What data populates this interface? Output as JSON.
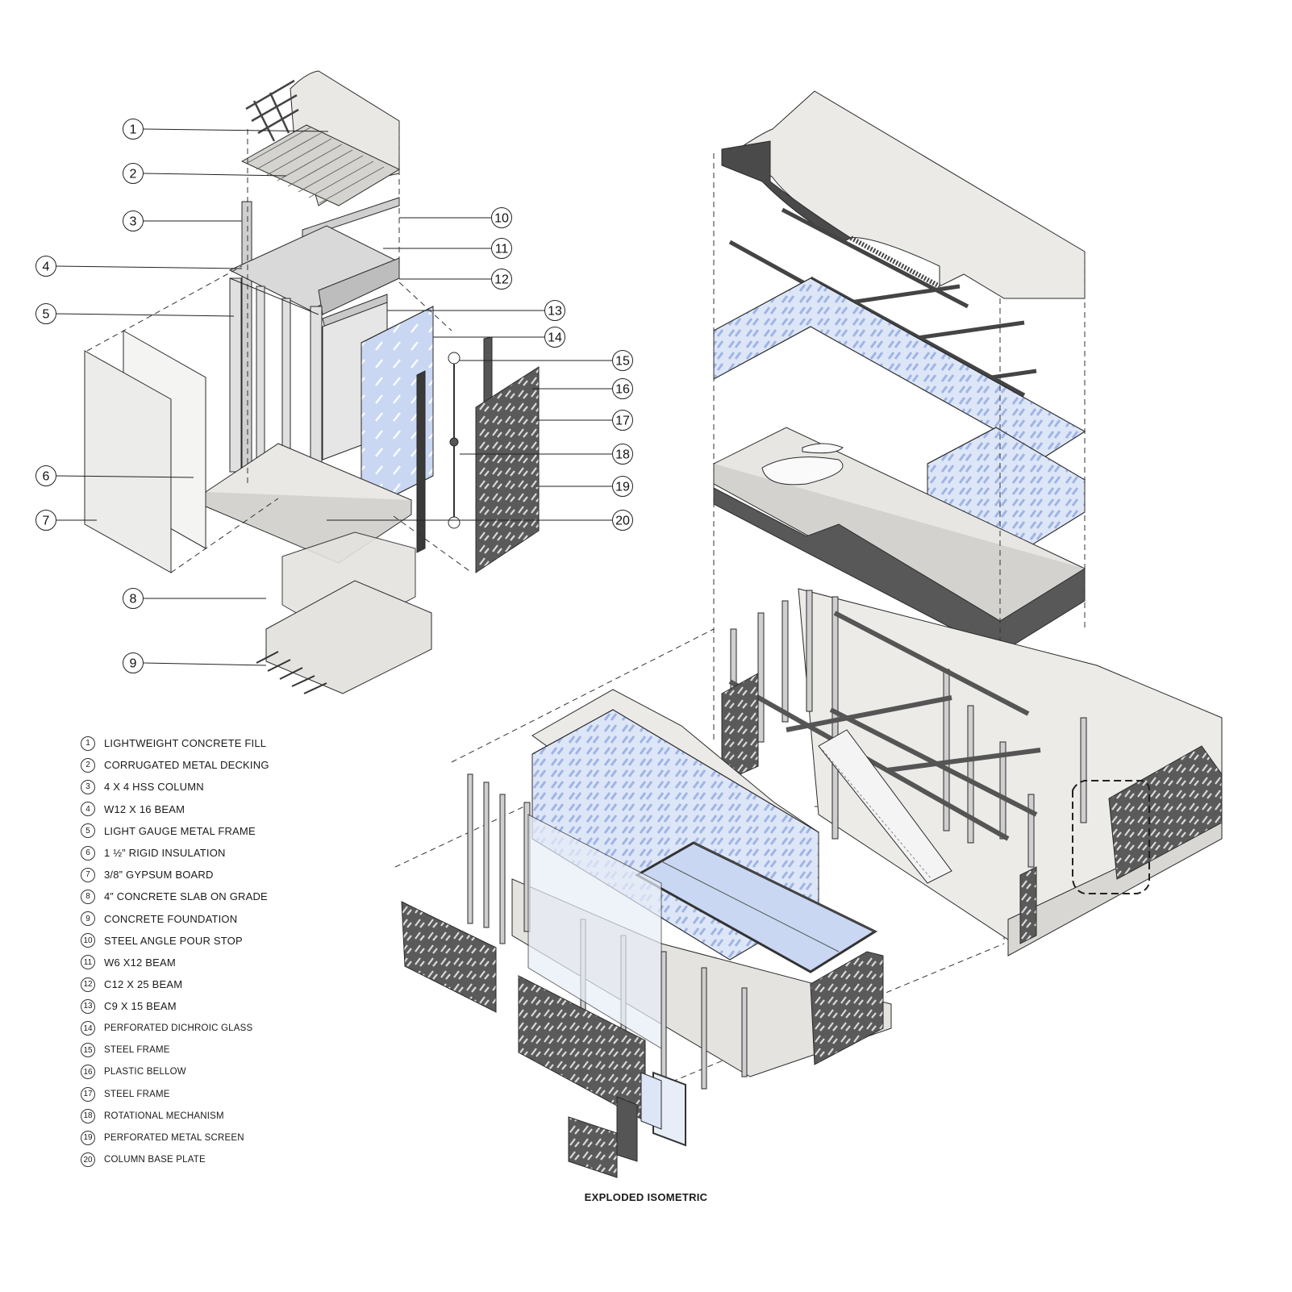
{
  "title": "EXPLODED ISOMETRIC",
  "colors": {
    "line": "#2a2a2a",
    "surface": "#e9e8e4",
    "surface_dark": "#d4d3cf",
    "glass": "#c9d7f2",
    "screen": "#5f5f5f",
    "dichroic_pattern": "#9fb4e6"
  },
  "callouts": [
    {
      "num": "1"
    },
    {
      "num": "2"
    },
    {
      "num": "3"
    },
    {
      "num": "4"
    },
    {
      "num": "5"
    },
    {
      "num": "6"
    },
    {
      "num": "7"
    },
    {
      "num": "8"
    },
    {
      "num": "9"
    },
    {
      "num": "10"
    },
    {
      "num": "11"
    },
    {
      "num": "12"
    },
    {
      "num": "13"
    },
    {
      "num": "14"
    },
    {
      "num": "15"
    },
    {
      "num": "16"
    },
    {
      "num": "17"
    },
    {
      "num": "18"
    },
    {
      "num": "19"
    },
    {
      "num": "20"
    }
  ],
  "legend": [
    {
      "num": "1",
      "text": "LIGHTWEIGHT CONCRETE FILL"
    },
    {
      "num": "2",
      "text": "CORRUGATED METAL DECKING"
    },
    {
      "num": "3",
      "text": "4 x 4 HSS COLUMN"
    },
    {
      "num": "4",
      "text": "W12 x 16 BEAM"
    },
    {
      "num": "5",
      "text": "LIGHT GAUGE METAL FRAME"
    },
    {
      "num": "6",
      "text": "1 ½” RIGID INSULATION"
    },
    {
      "num": "7",
      "text": "3/8” GYPSUM BOARD"
    },
    {
      "num": "8",
      "text": "4” CONCRETE SLAB ON GRADE"
    },
    {
      "num": "9",
      "text": "CONCRETE FOUNDATION"
    },
    {
      "num": "10",
      "text": "STEEL ANGLE POUR STOP"
    },
    {
      "num": "11",
      "text": "W6 x12 BEAM"
    },
    {
      "num": "12",
      "text": "C12 x 25 BEAM"
    },
    {
      "num": "13",
      "text": "C9 x 15 BEAM"
    },
    {
      "num": "14",
      "text": "PERFORATED DICHROIC GLASS"
    },
    {
      "num": "15",
      "text": "STEEL FRAME"
    },
    {
      "num": "16",
      "text": "PLASTIC BELLOW"
    },
    {
      "num": "17",
      "text": "STEEL FRAME"
    },
    {
      "num": "18",
      "text": "ROTATIONAL MECHANISM"
    },
    {
      "num": "19",
      "text": "PERFORATED METAL SCREEN"
    },
    {
      "num": "20",
      "text": "COLUMN BASE PLATE"
    }
  ]
}
